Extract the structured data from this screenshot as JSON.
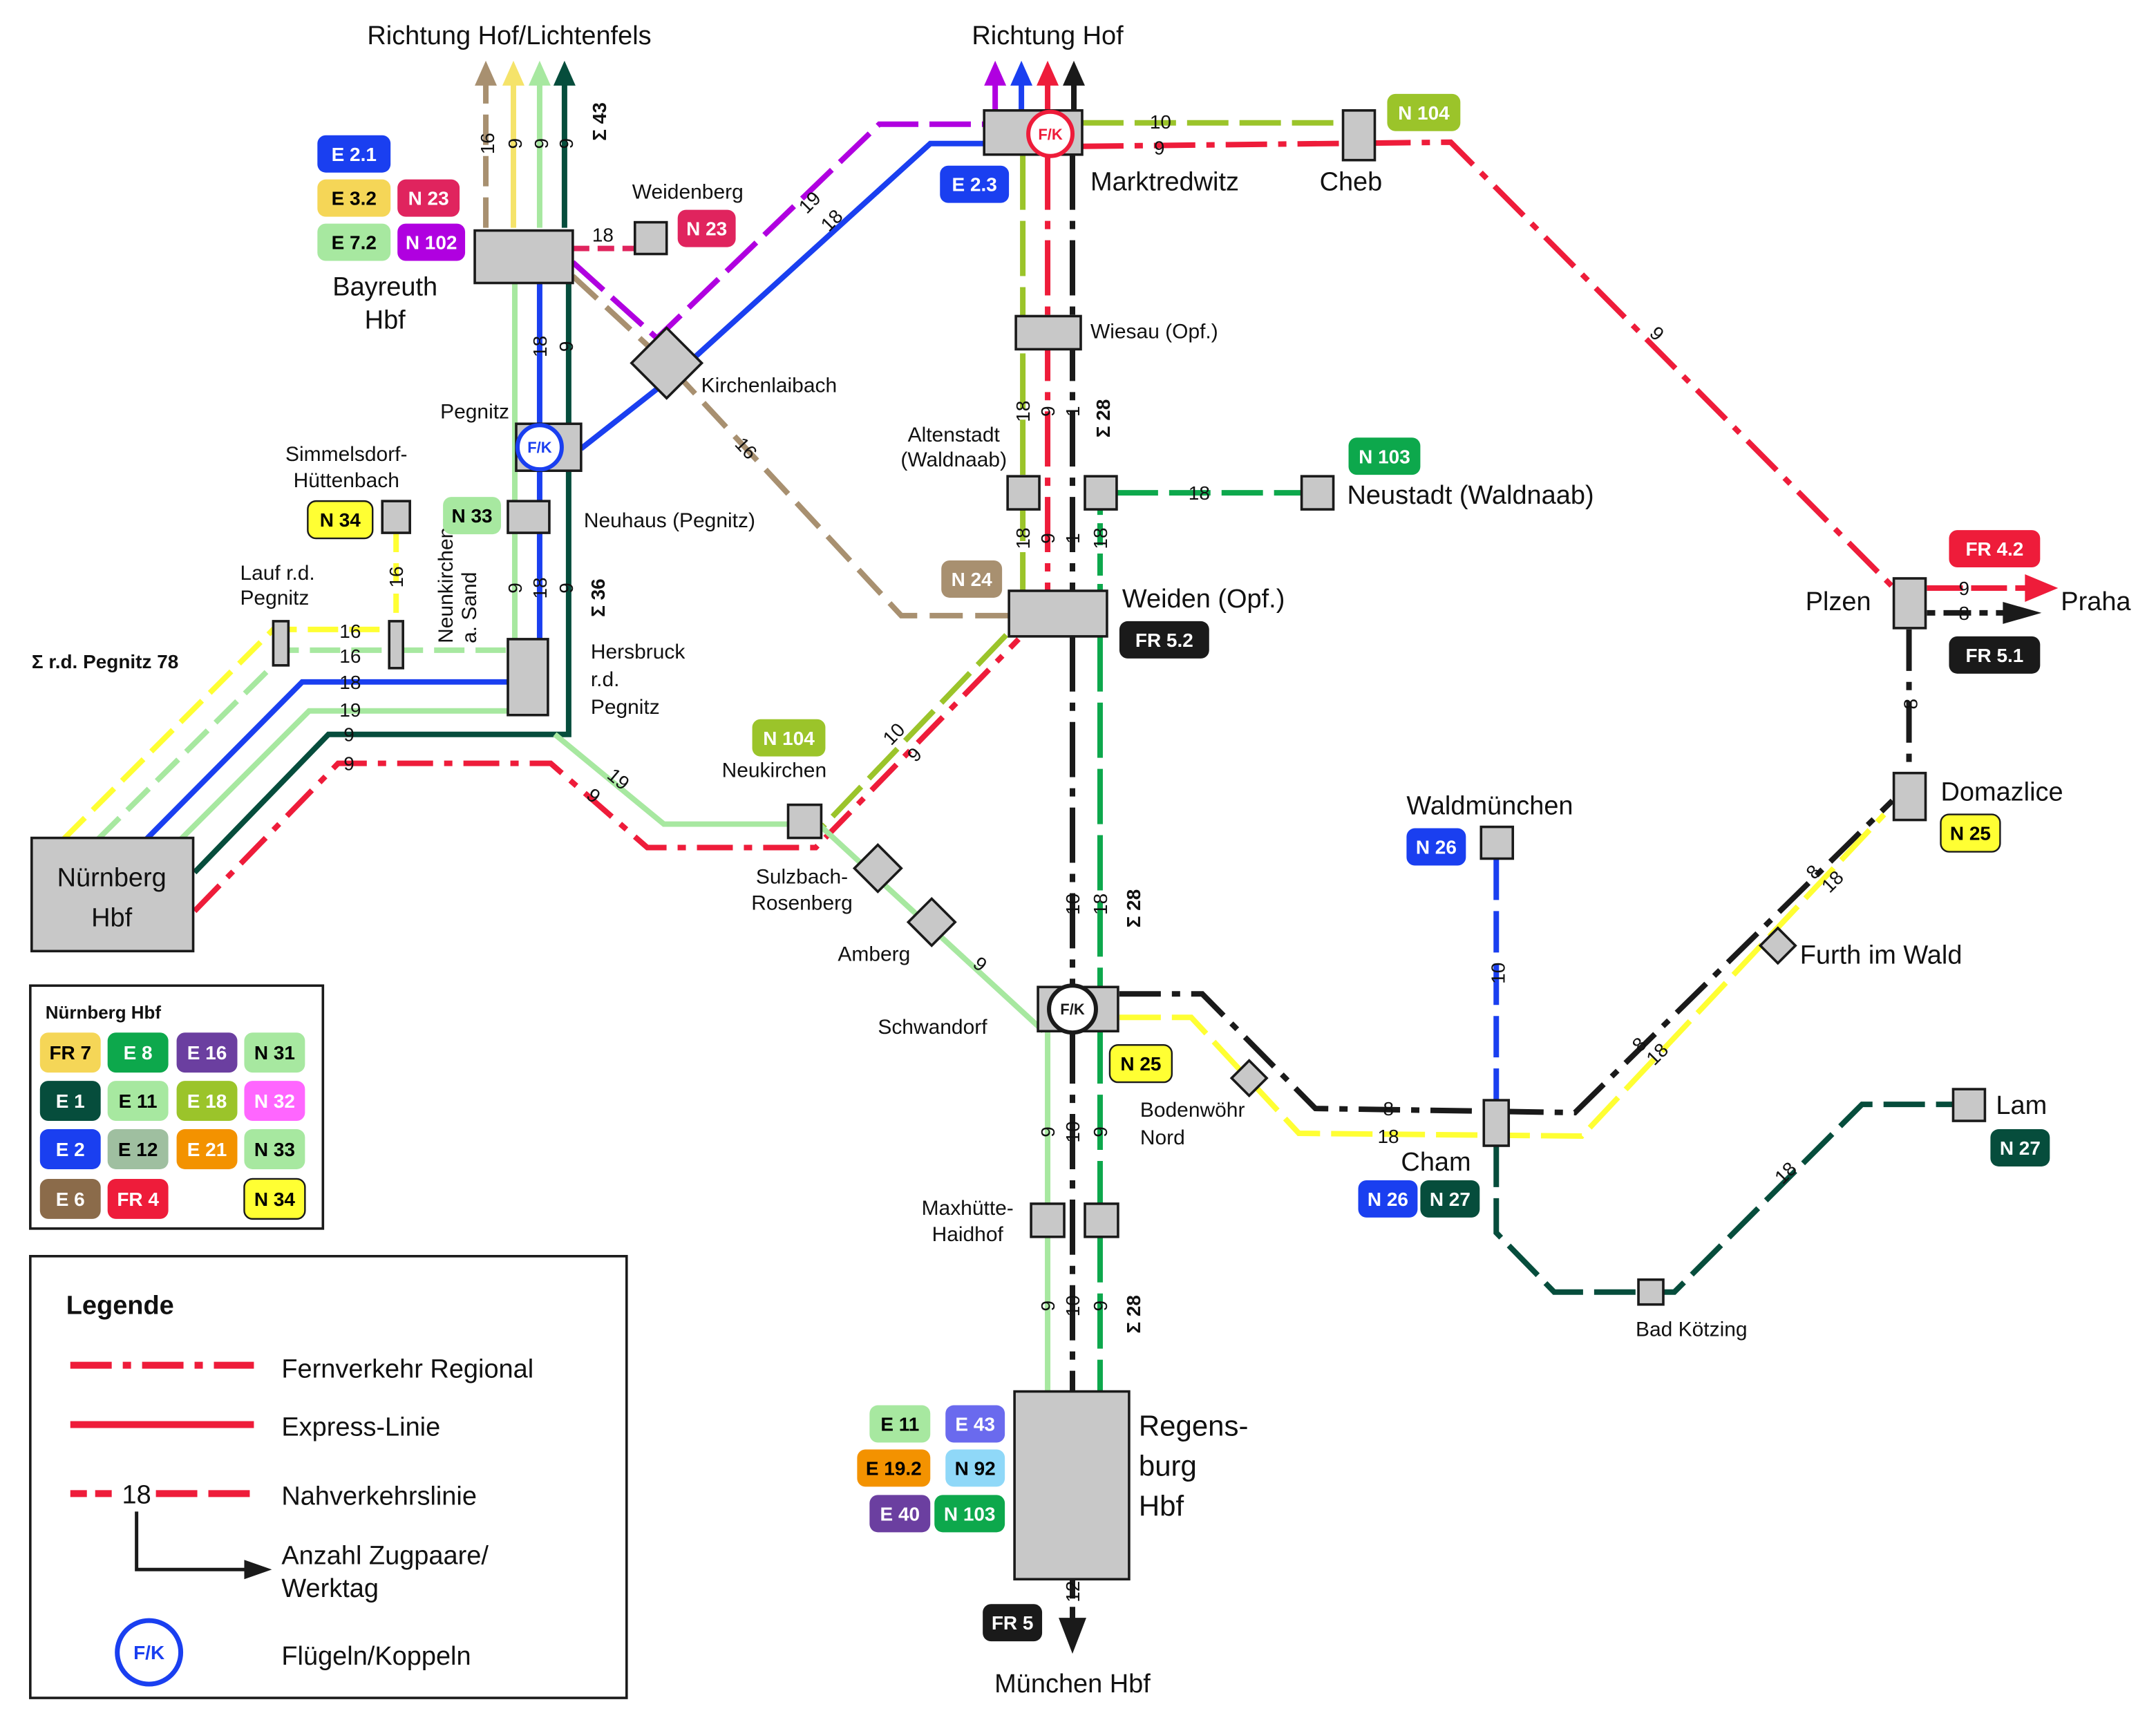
{
  "colors": {
    "yellow": "#ffff33",
    "lightgreen": "#a7e8a0",
    "blue": "#1a3ff0",
    "darkgreen": "#064d3c",
    "red": "#ee1c3a",
    "black": "#1a1a1a",
    "brown": "#a89070",
    "purple": "#b000e0",
    "olive": "#9bc42a",
    "green": "#0da84c",
    "station": "#c8c8c8"
  },
  "directions": {
    "hof_lichtenfels": "Richtung Hof/Lichtenfels",
    "hof": "Richtung Hof",
    "praha": "Praha",
    "muenchen": "München Hbf"
  },
  "stations": {
    "nuernberg": "Nürnberg\nHbf",
    "bayreuth": "Bayreuth\nHbf",
    "weidenberg": "Weidenberg",
    "marktredwitz": "Marktredwitz",
    "cheb": "Cheb",
    "kirchenlaibach": "Kirchenlaibach",
    "wiesau": "Wiesau (Opf.)",
    "pegnitz": "Pegnitz",
    "simmelsdorf": "Simmelsdorf-\nHüttenbach",
    "neuhaus": "Neuhaus (Pegnitz)",
    "altenstadt": "Altenstadt\n(Waldnaab)",
    "neustadt": "Neustadt (Waldnaab)",
    "neunkirchen": "Neunkirchen\na. Sand",
    "lauf": "Lauf r.d.\nPegnitz",
    "hersbruck": "Hersbruck\nr.d.\nPegnitz",
    "weiden": "Weiden (Opf.)",
    "plzen": "Plzen",
    "neukirchen": "Neukirchen",
    "sulzbach": "Sulzbach-\nRosenberg",
    "amberg": "Amberg",
    "schwandorf": "Schwandorf",
    "waldmuenchen": "Waldmünchen",
    "domazlice": "Domazlice",
    "furth": "Furth im Wald",
    "bodenwoehr": "Bodenwöhr\nNord",
    "cham": "Cham",
    "lam": "Lam",
    "maxhuette": "Maxhütte-\nHaidhof",
    "badkoetzing": "Bad Kötzing",
    "regensburg": "Regens-\nburg\nHbf"
  },
  "sums": {
    "sum43": "Σ 43",
    "sum36": "Σ 36",
    "sum28a": "Σ 28",
    "sum28b": "Σ 28",
    "sum28c": "Σ 28",
    "pegnitz78": "Σ r.d. Pegnitz 78"
  },
  "badges": [
    {
      "text": "E 2.1",
      "bg": "#1a3ff0",
      "fg": "#ffffff"
    },
    {
      "text": "E 3.2",
      "bg": "#f5d657",
      "fg": "#000000"
    },
    {
      "text": "N 23",
      "bg": "#e0245e",
      "fg": "#ffffff"
    },
    {
      "text": "E 7.2",
      "bg": "#a7e8a0",
      "fg": "#000000"
    },
    {
      "text": "N 102",
      "bg": "#b000e0",
      "fg": "#ffffff"
    },
    {
      "text": "N 23",
      "bg": "#e0245e",
      "fg": "#ffffff"
    },
    {
      "text": "E 2.3",
      "bg": "#1a3ff0",
      "fg": "#ffffff"
    },
    {
      "text": "N 104",
      "bg": "#9bc42a",
      "fg": "#ffffff"
    },
    {
      "text": "N 33",
      "bg": "#a7e8a0",
      "fg": "#000000"
    },
    {
      "text": "N 34",
      "bg": "#ffff33",
      "fg": "#000000"
    },
    {
      "text": "N 103",
      "bg": "#0da84c",
      "fg": "#ffffff"
    },
    {
      "text": "N 24",
      "bg": "#a89070",
      "fg": "#ffffff"
    },
    {
      "text": "FR 5.2",
      "bg": "#1a1a1a",
      "fg": "#ffffff"
    },
    {
      "text": "FR 4.2",
      "bg": "#ee1c3a",
      "fg": "#ffffff"
    },
    {
      "text": "FR 5.1",
      "bg": "#1a1a1a",
      "fg": "#ffffff"
    },
    {
      "text": "N 104",
      "bg": "#9bc42a",
      "fg": "#ffffff"
    },
    {
      "text": "N 26",
      "bg": "#1a3ff0",
      "fg": "#ffffff"
    },
    {
      "text": "N 25",
      "bg": "#ffff33",
      "fg": "#000000"
    },
    {
      "text": "N 25",
      "bg": "#ffff33",
      "fg": "#000000"
    },
    {
      "text": "N 26",
      "bg": "#1a3ff0",
      "fg": "#ffffff"
    },
    {
      "text": "N 27",
      "bg": "#064d3c",
      "fg": "#ffffff"
    },
    {
      "text": "N 27",
      "bg": "#064d3c",
      "fg": "#ffffff"
    },
    {
      "text": "E 11",
      "bg": "#a7e8a0",
      "fg": "#000000"
    },
    {
      "text": "E 43",
      "bg": "#6a6aee",
      "fg": "#ffffff"
    },
    {
      "text": "E 19.2",
      "bg": "#f39200",
      "fg": "#000000"
    },
    {
      "text": "N 92",
      "bg": "#8fd8f8",
      "fg": "#000000"
    },
    {
      "text": "E 40",
      "bg": "#6b3fa0",
      "fg": "#ffffff"
    },
    {
      "text": "N 103",
      "bg": "#0da84c",
      "fg": "#ffffff"
    },
    {
      "text": "FR 5",
      "bg": "#1a1a1a",
      "fg": "#ffffff"
    }
  ],
  "lineLabels": [
    "16",
    "9",
    "9",
    "9",
    "18",
    "19",
    "18",
    "10",
    "9",
    "9",
    "9",
    "18",
    "9",
    "19",
    "18",
    "18",
    "9",
    "16",
    "16",
    "18",
    "9",
    "1",
    "18",
    "18",
    "9",
    "1",
    "18",
    "16",
    "16",
    "18",
    "19",
    "9",
    "9",
    "19",
    "9",
    "10",
    "9",
    "9",
    "10",
    "18",
    "19",
    "8",
    "8",
    "18",
    "18",
    "10",
    "8",
    "8",
    "18",
    "18",
    "9",
    "10",
    "9",
    "9",
    "10",
    "9",
    "12",
    "10",
    "9",
    "16",
    "16",
    "9",
    "8"
  ],
  "nbgLegend": {
    "title": "Nürnberg Hbf",
    "badges": [
      {
        "text": "FR 7",
        "bg": "#f5d657",
        "fg": "#000000"
      },
      {
        "text": "E 8",
        "bg": "#0da84c",
        "fg": "#ffffff"
      },
      {
        "text": "E 16",
        "bg": "#6b3fa0",
        "fg": "#ffffff"
      },
      {
        "text": "N 31",
        "bg": "#a7e8a0",
        "fg": "#000000"
      },
      {
        "text": "E 1",
        "bg": "#064d3c",
        "fg": "#ffffff"
      },
      {
        "text": "E 11",
        "bg": "#a7e8a0",
        "fg": "#000000"
      },
      {
        "text": "E 18",
        "bg": "#9bc42a",
        "fg": "#ffffff"
      },
      {
        "text": "N 32",
        "bg": "#ff66ff",
        "fg": "#ffffff"
      },
      {
        "text": "E 2",
        "bg": "#1a3ff0",
        "fg": "#ffffff"
      },
      {
        "text": "E 12",
        "bg": "#9fbfa0",
        "fg": "#000000"
      },
      {
        "text": "E 21",
        "bg": "#f39200",
        "fg": "#ffffff"
      },
      {
        "text": "N 33",
        "bg": "#a7e8a0",
        "fg": "#000000"
      },
      {
        "text": "E 6",
        "bg": "#8b6b4a",
        "fg": "#ffffff"
      },
      {
        "text": "FR 4",
        "bg": "#ee1c3a",
        "fg": "#ffffff"
      },
      {
        "text": "N 34",
        "bg": "#ffff33",
        "fg": "#000000"
      }
    ]
  },
  "legend": {
    "title": "Legende",
    "fernverkehr": "Fernverkehr Regional",
    "express": "Express-Linie",
    "nahverkehr": "Nahverkehrslinie",
    "sampleNumber": "18",
    "anzahl": "Anzahl Zugpaare/\nWerktag",
    "fk": "F/K",
    "fluegeln": "Flügeln/Koppeln"
  },
  "fk": {
    "marktredwitz": "F/K",
    "pegnitz": "F/K",
    "schwandorf": "F/K"
  }
}
